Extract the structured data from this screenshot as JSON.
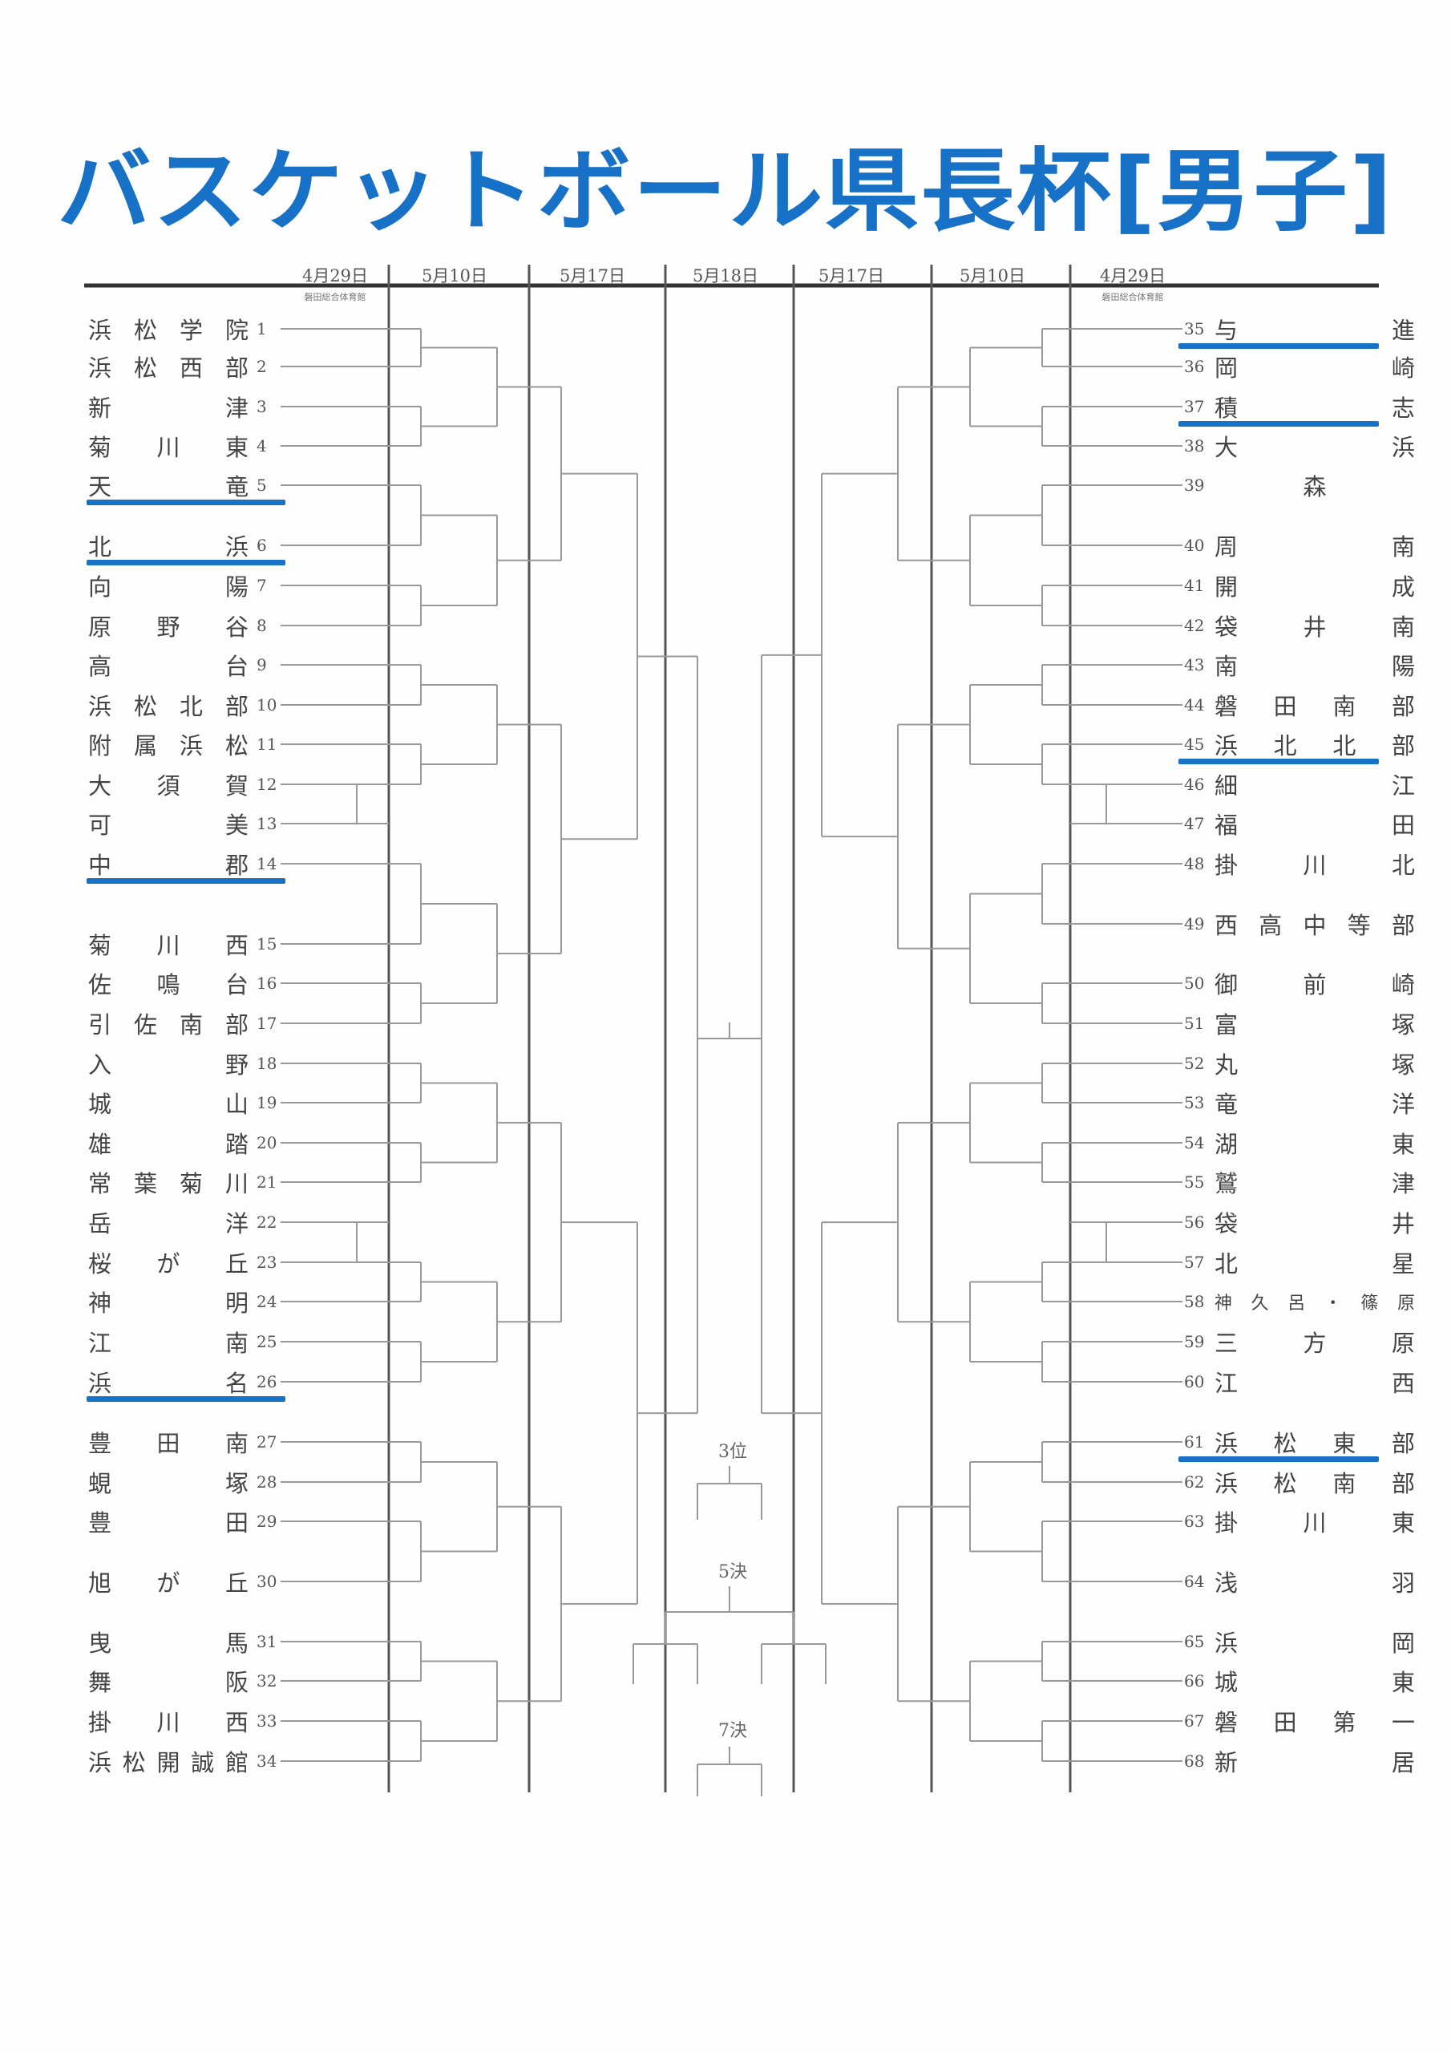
{
  "title": "バスケットボール県長杯[男子]",
  "dates_left": [
    "4月29日",
    "5月10日",
    "5月17日"
  ],
  "dates_center": "5月18日",
  "dates_right": [
    "5月17日",
    "5月10日",
    "4月29日"
  ],
  "venue_left": "磐田総合体育館",
  "venue_right": "磐田総合体育館",
  "teams_left": [
    {
      "no": "1",
      "name": "浜松学院"
    },
    {
      "no": "2",
      "name": "浜松西部"
    },
    {
      "no": "3",
      "name": "新津"
    },
    {
      "no": "4",
      "name": "菊川東"
    },
    {
      "no": "5",
      "name": "天竜"
    },
    {
      "no": "6",
      "name": "北浜"
    },
    {
      "no": "7",
      "name": "向陽"
    },
    {
      "no": "8",
      "name": "原野谷"
    },
    {
      "no": "9",
      "name": "高台"
    },
    {
      "no": "10",
      "name": "浜松北部"
    },
    {
      "no": "11",
      "name": "附属浜松"
    },
    {
      "no": "12",
      "name": "大須賀"
    },
    {
      "no": "13",
      "name": "可美"
    },
    {
      "no": "14",
      "name": "中郡"
    },
    {
      "no": "15",
      "name": "菊川西"
    },
    {
      "no": "16",
      "name": "佐鳴台"
    },
    {
      "no": "17",
      "name": "引佐南部"
    },
    {
      "no": "18",
      "name": "入野"
    },
    {
      "no": "19",
      "name": "城山"
    },
    {
      "no": "20",
      "name": "雄踏"
    },
    {
      "no": "21",
      "name": "常葉菊川"
    },
    {
      "no": "22",
      "name": "岳洋"
    },
    {
      "no": "23",
      "name": "桜が丘"
    },
    {
      "no": "24",
      "name": "神明"
    },
    {
      "no": "25",
      "name": "江南"
    },
    {
      "no": "26",
      "name": "浜名"
    },
    {
      "no": "27",
      "name": "豊田南"
    },
    {
      "no": "28",
      "name": "蜆塚"
    },
    {
      "no": "29",
      "name": "豊田"
    },
    {
      "no": "30",
      "name": "旭が丘"
    },
    {
      "no": "31",
      "name": "曳馬"
    },
    {
      "no": "32",
      "name": "舞阪"
    },
    {
      "no": "33",
      "name": "掛川西"
    },
    {
      "no": "34",
      "name": "浜松開誠館"
    }
  ],
  "teams_right": [
    {
      "no": "35",
      "name": "与進"
    },
    {
      "no": "36",
      "name": "岡崎"
    },
    {
      "no": "37",
      "name": "積志"
    },
    {
      "no": "38",
      "name": "大浜"
    },
    {
      "no": "39",
      "name": "森"
    },
    {
      "no": "40",
      "name": "周南"
    },
    {
      "no": "41",
      "name": "開成"
    },
    {
      "no": "42",
      "name": "袋井南"
    },
    {
      "no": "43",
      "name": "南陽"
    },
    {
      "no": "44",
      "name": "磐田南部"
    },
    {
      "no": "45",
      "name": "浜北北部"
    },
    {
      "no": "46",
      "name": "細江"
    },
    {
      "no": "47",
      "name": "福田"
    },
    {
      "no": "48",
      "name": "掛川北"
    },
    {
      "no": "49",
      "name": "西高中等部"
    },
    {
      "no": "50",
      "name": "御前崎"
    },
    {
      "no": "51",
      "name": "富塚"
    },
    {
      "no": "52",
      "name": "丸塚"
    },
    {
      "no": "53",
      "name": "竜洋"
    },
    {
      "no": "54",
      "name": "湖東"
    },
    {
      "no": "55",
      "name": "鷲津"
    },
    {
      "no": "56",
      "name": "袋井"
    },
    {
      "no": "57",
      "name": "北星"
    },
    {
      "no": "58",
      "name": "神久呂・篠原"
    },
    {
      "no": "59",
      "name": "三方原"
    },
    {
      "no": "60",
      "name": "江西"
    },
    {
      "no": "61",
      "name": "浜松東部"
    },
    {
      "no": "62",
      "name": "浜松南部"
    },
    {
      "no": "63",
      "name": "掛川東"
    },
    {
      "no": "64",
      "name": "浅羽"
    },
    {
      "no": "65",
      "name": "浜岡"
    },
    {
      "no": "66",
      "name": "城東"
    },
    {
      "no": "67",
      "name": "磐田第一"
    },
    {
      "no": "68",
      "name": "新居"
    }
  ],
  "placements": [
    "3位",
    "5決",
    "7決"
  ],
  "highlighted_left": [
    "5",
    "6",
    "14",
    "26"
  ],
  "highlighted_right": [
    "35",
    "37",
    "45",
    "61"
  ],
  "colors": {
    "accent": "#1771c6",
    "line": "#888888"
  }
}
